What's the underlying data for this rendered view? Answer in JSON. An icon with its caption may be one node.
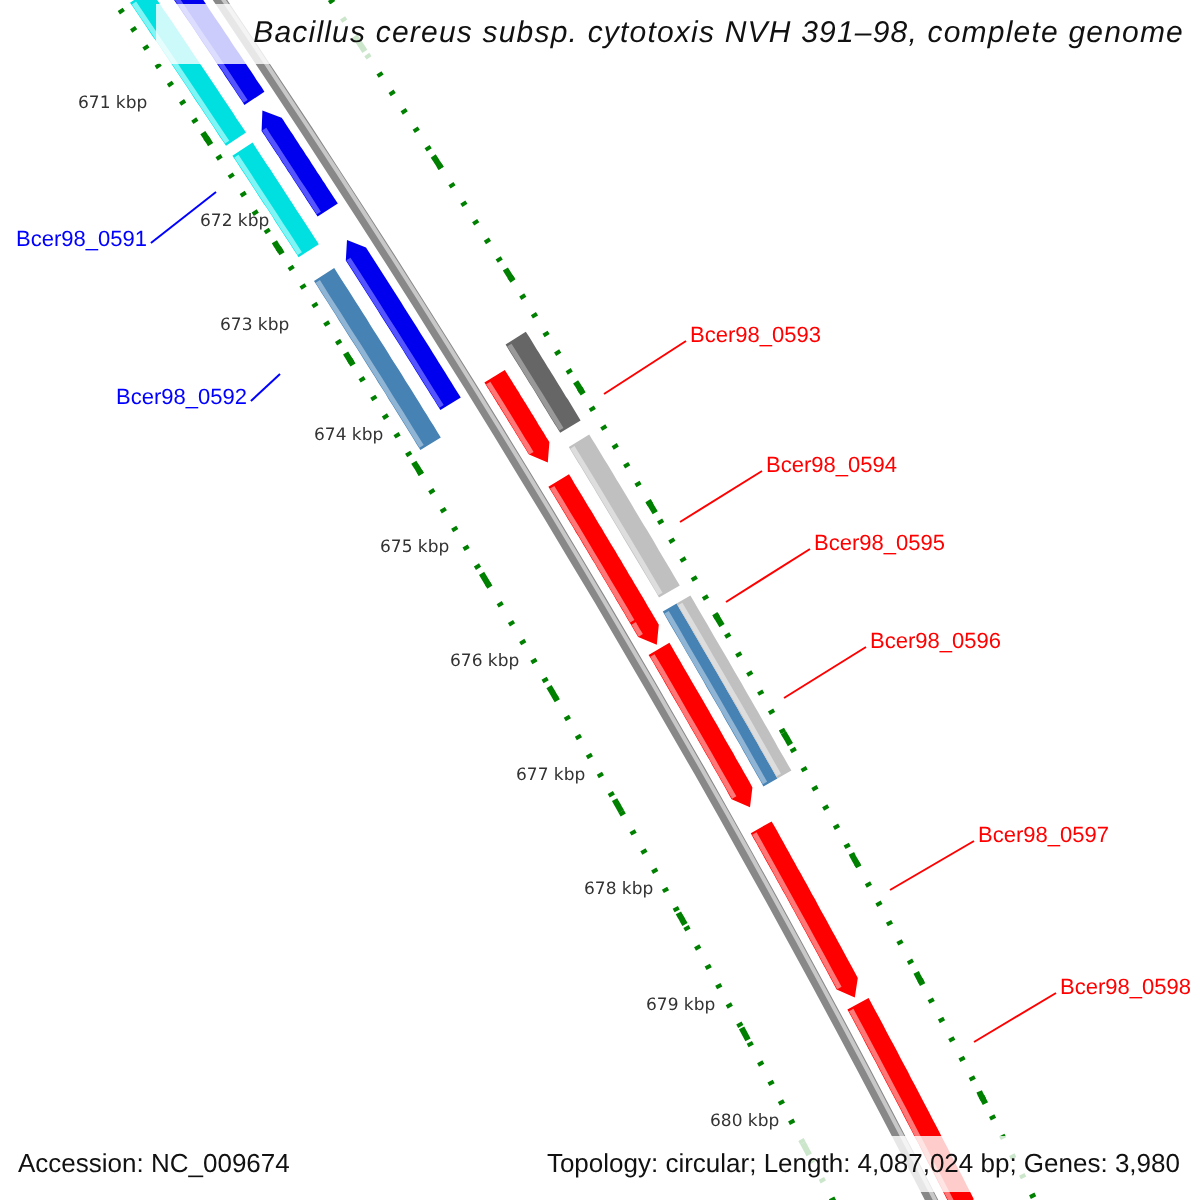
{
  "diagram": {
    "title": "Bacillus cereus subsp. cytotoxis NVH 391–98, complete genome",
    "nodes": [
      {
        "text": [
          "Bcer98_0591"
        ]
      },
      {
        "text": [
          "Bcer98_0592"
        ]
      },
      {
        "text": [
          "Bcer98_0593"
        ]
      },
      {
        "text": [
          "Bcer98_0594"
        ]
      },
      {
        "text": [
          "Bcer98_0595"
        ]
      },
      {
        "text": [
          "Bcer98_0596"
        ]
      },
      {
        "text": [
          "Bcer98_0597"
        ]
      },
      {
        "text": [
          "Bcer98_0598"
        ]
      }
    ],
    "edges": [
      {
        "from": 0,
        "to": null,
        "arrow": "none",
        "color": "#0000ff"
      },
      {
        "from": 1,
        "to": null,
        "arrow": "none",
        "color": "#0000ff"
      },
      {
        "from": 2,
        "to": null,
        "arrow": "none"
      },
      {
        "from": 3,
        "to": null,
        "arrow": "none"
      },
      {
        "from": 4,
        "to": null,
        "arrow": "none"
      },
      {
        "from": 5,
        "to": null,
        "arrow": "none"
      },
      {
        "from": 6,
        "to": null,
        "arrow": "none"
      },
      {
        "from": 7,
        "to": null,
        "arrow": "none"
      }
    ],
    "labels": [
      "671 kbp",
      "672 kbp",
      "673 kbp",
      "674 kbp",
      "675 kbp",
      "676 kbp",
      "677 kbp",
      "678 kbp",
      "679 kbp",
      "680 kbp",
      "Accession: NC_009674",
      "Topology: circular; Length: 4,087,024 bp; Genes: 3,980"
    ]
  }
}
